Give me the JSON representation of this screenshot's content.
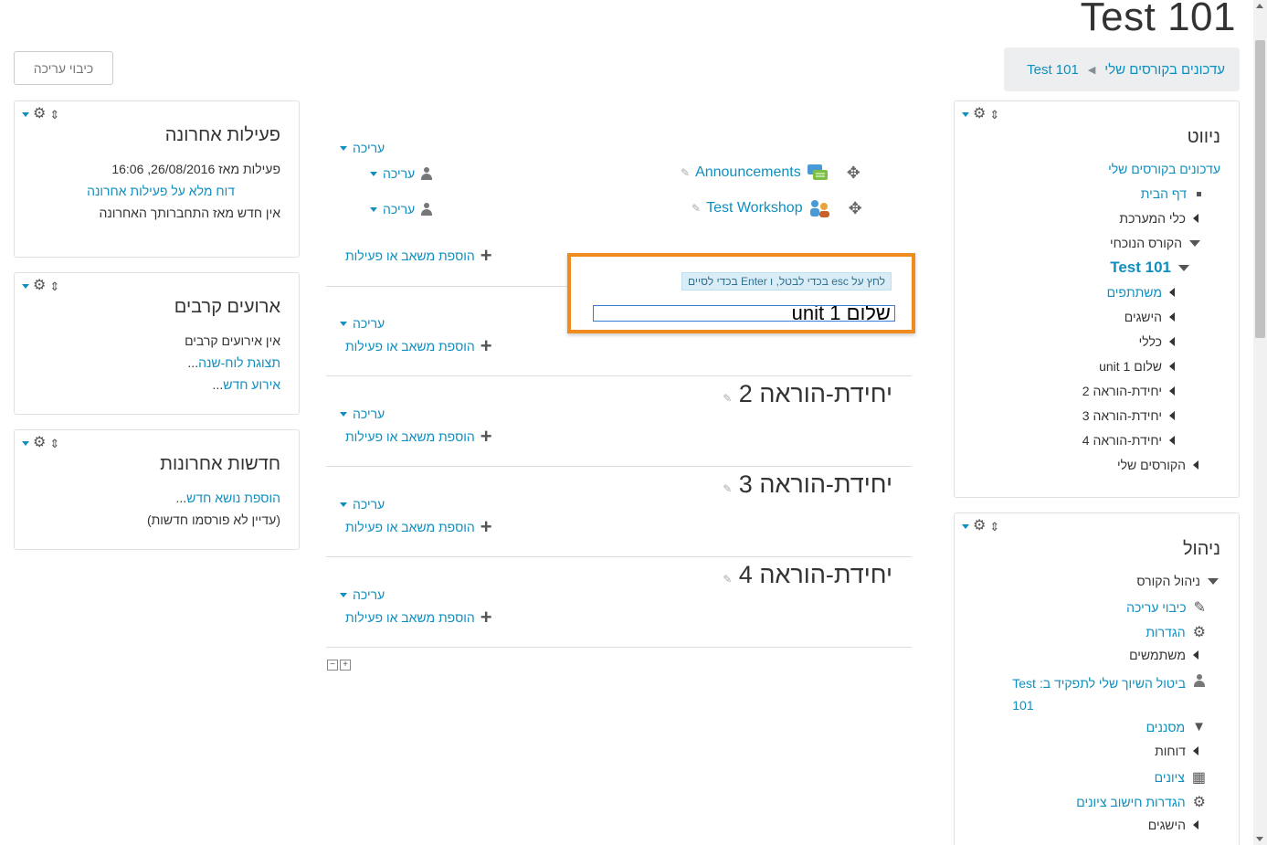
{
  "page_title": "Test 101",
  "breadcrumb": [
    "עדכונים בקורסים שלי",
    "Test 101"
  ],
  "edit_button": "כיבוי עריכה",
  "colors": {
    "link": "#0f8fbf",
    "highlight": "#f08c1e"
  },
  "nav_block": {
    "title": "ניווט",
    "items": [
      {
        "label": "עדכונים בקורסים שלי",
        "link": true
      },
      {
        "label": "דף הבית",
        "link": true
      },
      {
        "label": "כלי המערכת",
        "link": false
      },
      {
        "label": "הקורס הנוכחי",
        "link": false
      },
      {
        "label": "Test 101",
        "link": true
      },
      {
        "label": "משתתפים",
        "link": true
      },
      {
        "label": "הישגים",
        "link": false
      },
      {
        "label": "כללי",
        "link": false
      },
      {
        "label": "שלום 1 unit",
        "link": false
      },
      {
        "label": "יחידת-הוראה 2",
        "link": false
      },
      {
        "label": "יחידת-הוראה 3",
        "link": false
      },
      {
        "label": "יחידת-הוראה 4",
        "link": false
      },
      {
        "label": "הקורסים שלי",
        "link": false
      }
    ]
  },
  "admin_block": {
    "title": "ניהול",
    "items": [
      {
        "label": "ניהול הקורס",
        "link": false,
        "icon": "caret-down-icon"
      },
      {
        "label": "כיבוי עריכה",
        "link": true,
        "icon": "pencil-icon"
      },
      {
        "label": "הגדרות",
        "link": true,
        "icon": "gear-icon"
      },
      {
        "label": "משתמשים",
        "link": false,
        "icon": "caret-right-icon"
      },
      {
        "label": "ביטול השיוך שלי לתפקיד ב: Test",
        "label2": "101",
        "link": true,
        "icon": "user-icon"
      },
      {
        "label": "מסננים",
        "link": true,
        "icon": "filter-icon"
      },
      {
        "label": "דוחות",
        "link": false,
        "icon": "caret-right-icon"
      },
      {
        "label": "ציונים",
        "link": true,
        "icon": "table-icon"
      },
      {
        "label": "הגדרות חישוב ציונים",
        "link": true,
        "icon": "gear-icon"
      },
      {
        "label": "הישגים",
        "link": false,
        "icon": "caret-right-icon"
      }
    ]
  },
  "recent_activity": {
    "title": "פעילות אחרונה",
    "since": "פעילות מאז 26/08/2016, 16:06",
    "full_report": "דוח מלא על פעילות אחרונה",
    "nothing_new": "אין חדש מאז התחברותך האחרונה"
  },
  "upcoming_events": {
    "title": "ארועים קרבים",
    "none": "אין אירועים קרבים",
    "calendar_link": "תצוגת לוח-שנה",
    "new_event_link": "אירוע חדש",
    "ellipsis": "..."
  },
  "latest_news": {
    "title": "חדשות אחרונות",
    "add_topic": "הוספת נושא חדש",
    "ellipsis": "...",
    "none": "(עדיין לא פורסמו חדשות)"
  },
  "course": {
    "edit_label": "עריכה",
    "add_activity": "הוספת משאב או פעילות",
    "activities": [
      {
        "name": "Announcements",
        "icon": "forum-icon"
      },
      {
        "name": "Test Workshop",
        "icon": "workshop-icon"
      }
    ],
    "inline_edit": {
      "hint": "לחץ על esc בכדי לבטל, ו Enter בכדי לסיים",
      "value": "שלום 1 unit"
    },
    "sections": [
      "יחידת-הוראה 2",
      "יחידת-הוראה 3",
      "יחידת-הוראה 4"
    ]
  }
}
